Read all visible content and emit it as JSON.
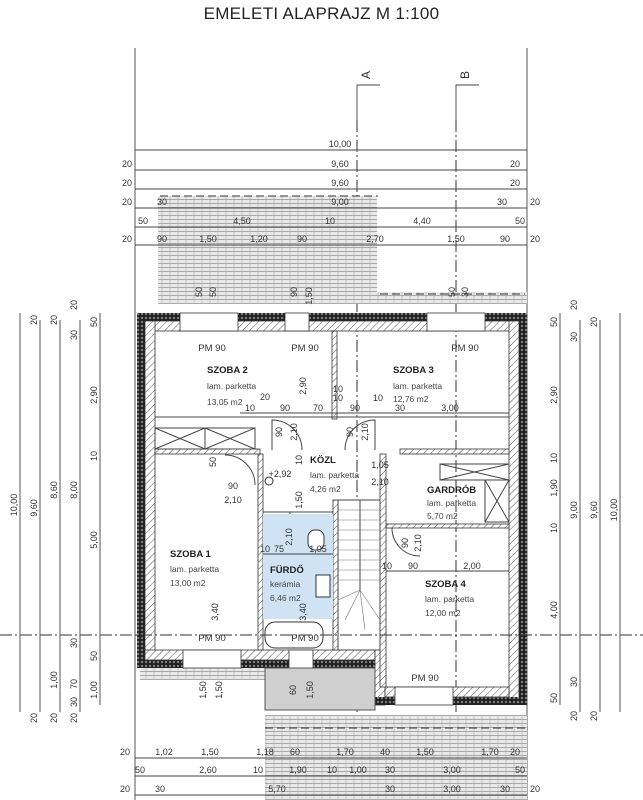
{
  "title": "EMELETI ALAPRAJZ M 1:100",
  "section_markers": {
    "a": "A",
    "b": "B"
  },
  "colors": {
    "bathroom": "#cfe3f5",
    "porch": "#cfcfcf",
    "line": "#333333"
  },
  "rooms": [
    {
      "name": "SZOBA 2",
      "floor": "lam. parketta",
      "area": "13,05 m2"
    },
    {
      "name": "SZOBA 3",
      "floor": "lam. parketta",
      "area": "12,76 m2"
    },
    {
      "name": "KÖZL",
      "floor": "lam. parketta",
      "area": "4,26 m2"
    },
    {
      "name": "GARDRÓB",
      "floor": "lam. parketta",
      "area": "5,70 m2"
    },
    {
      "name": "SZOBA 1",
      "floor": "lam. parketta",
      "area": "13,00 m2"
    },
    {
      "name": "FÜRDŐ",
      "floor": "kerámia",
      "area": "6,46 m2"
    },
    {
      "name": "SZOBA 4",
      "floor": "lam. parketta",
      "area": "12,00 m2"
    }
  ],
  "windows": [
    "PM 90",
    "PM 90",
    "PM 90",
    "PM 90",
    "PM 90",
    "PM 90"
  ],
  "level": "+2,92",
  "dims": {
    "top": [
      [
        "10,00"
      ],
      [
        "20",
        "9,60",
        "20"
      ],
      [
        "20",
        "9,60",
        "20"
      ],
      [
        "20",
        "30",
        "9,00",
        "30",
        "20"
      ],
      [
        "50",
        "4,50",
        "10",
        "4,40",
        "50"
      ],
      [
        "20",
        "90",
        "1,50",
        "1,20",
        "90",
        "2,70",
        "1,50",
        "90",
        "20"
      ]
    ],
    "bottom": [
      [
        "20",
        "1,02",
        "1,50",
        "1,18",
        "60",
        "1,70",
        "40",
        "1,50",
        "1,70",
        "20"
      ],
      [
        "50",
        "2,60",
        "10",
        "1,90",
        "10",
        "1,00",
        "30",
        "3,00",
        "50"
      ],
      [
        "20",
        "30",
        "5,70",
        "30",
        "3,00",
        "30",
        "20"
      ]
    ],
    "left": [
      [
        "10,00"
      ],
      [
        "20",
        "9,60",
        "20"
      ],
      [
        "20",
        "8,60",
        "1,00",
        "20"
      ],
      [
        "20",
        "30",
        "8,00",
        "30",
        "70",
        "30",
        "20"
      ],
      [
        "50",
        "2,90",
        "10",
        "5,00",
        "50",
        "1,00"
      ]
    ],
    "right": [
      [
        "50",
        "2,90",
        "10",
        "1,90",
        "10",
        "4,00",
        "50"
      ],
      [
        "20",
        "30",
        "9,00",
        "30",
        "20"
      ],
      [
        "20",
        "9,60",
        "20"
      ],
      [
        "10,00"
      ]
    ],
    "interior": [
      "2,90",
      "10",
      "20",
      "10",
      "90",
      "70",
      "10",
      "90",
      "10",
      "30",
      "3,00",
      "90",
      "2,10",
      "90",
      "2,10",
      "10",
      "1,05",
      "2,10",
      "50",
      "90",
      "2,10",
      "1,50",
      "10",
      "75",
      "1,05",
      "2,10",
      "3,40",
      "3,40",
      "90",
      "2,10",
      "10",
      "90",
      "2,00",
      "1,50",
      "1,50",
      "60",
      "1,50",
      "50",
      "50",
      "90",
      "1,50",
      "50",
      "30"
    ]
  }
}
